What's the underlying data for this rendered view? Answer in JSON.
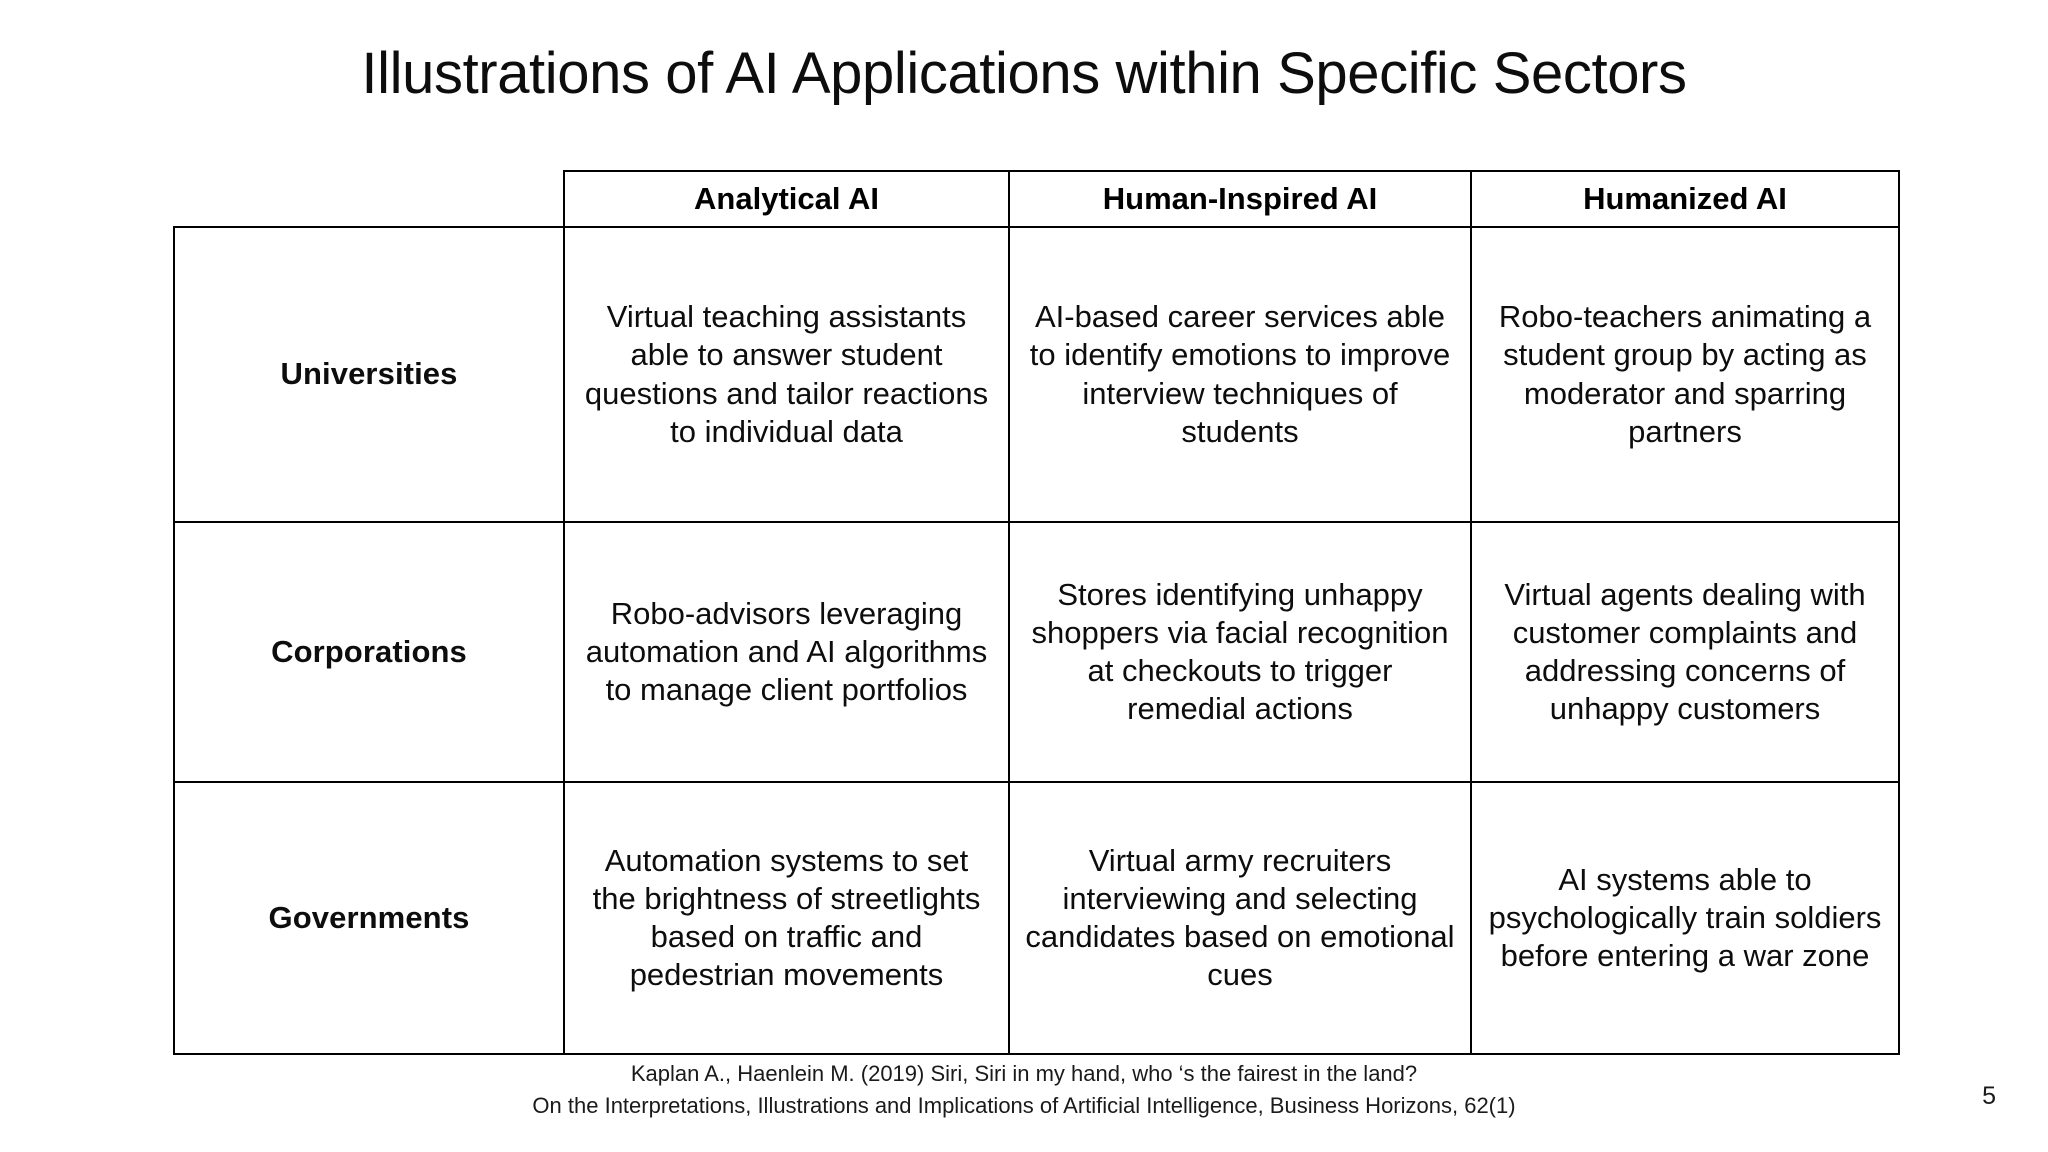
{
  "slide": {
    "title": "Illustrations of AI Applications within Specific Sectors",
    "page_number": "5"
  },
  "table": {
    "corner_label": "",
    "columns": [
      {
        "key": "analytical",
        "label": "Analytical AI"
      },
      {
        "key": "human_inspired",
        "label": "Human-Inspired AI"
      },
      {
        "key": "humanized",
        "label": "Humanized AI"
      }
    ],
    "rows": [
      {
        "sector": "Universities",
        "analytical": "Virtual teaching assistants able to answer student questions and tailor reactions to individual data",
        "human_inspired": "AI-based career services able to identify emotions to improve interview techniques of students",
        "humanized": "Robo-teachers animating a student group by acting as moderator and sparring partners"
      },
      {
        "sector": "Corporations",
        "analytical": "Robo-advisors leveraging automation and AI algorithms to manage client portfolios",
        "human_inspired": "Stores identifying unhappy shoppers via facial recognition at checkouts to trigger remedial actions",
        "humanized": "Virtual agents dealing with customer complaints and addressing concerns of unhappy customers"
      },
      {
        "sector": "Governments",
        "analytical": "Automation systems to set the brightness of streetlights based on traffic and pedestrian movements",
        "human_inspired": "Virtual army recruiters interviewing and selecting candidates based on emotional cues",
        "humanized": "AI systems able to psychologically train soldiers before entering a war zone"
      }
    ]
  },
  "citation": {
    "line1": "Kaplan A., Haenlein M. (2019) Siri, Siri in my hand, who ‘s the fairest in the land?",
    "line2": "On the Interpretations, Illustrations and Implications of Artificial Intelligence, Business Horizons, 62(1)"
  },
  "colors": {
    "text": "#0d0d0d",
    "border": "#000000",
    "background": "#ffffff"
  }
}
